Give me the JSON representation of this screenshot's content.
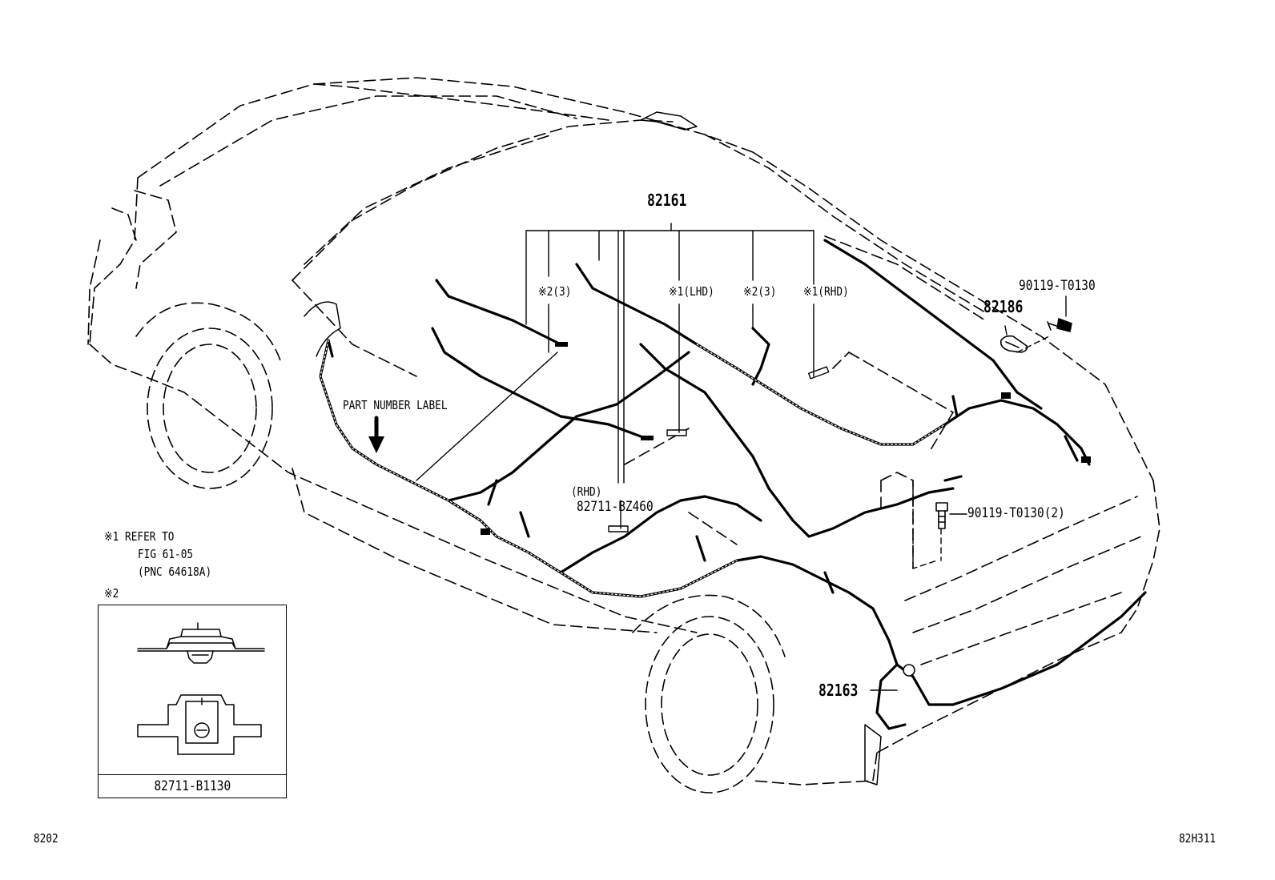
{
  "labels": {
    "p82161": "82161",
    "ref2a": "※2(3)",
    "ref1lhd": "※1(LHD)",
    "ref2b": "※2(3)",
    "ref1rhd": "※1(RHD)",
    "p90119_top": "90119-T0130",
    "p82186": "82186",
    "part_number_label": "PART NUMBER LABEL",
    "rhd": "(RHD)",
    "p82711_bz460": "82711-BZ460",
    "p90119_mid": "90119-T0130(2)",
    "p82163": "82163",
    "note1_line1": "※1 REFER TO",
    "note1_line2": "FIG 61-05",
    "note1_line3": "(PNC 64618A)",
    "note2_marker": "※2",
    "inset_caption": "82711-B1130",
    "fig_left": "8202",
    "fig_right": "82H311"
  }
}
